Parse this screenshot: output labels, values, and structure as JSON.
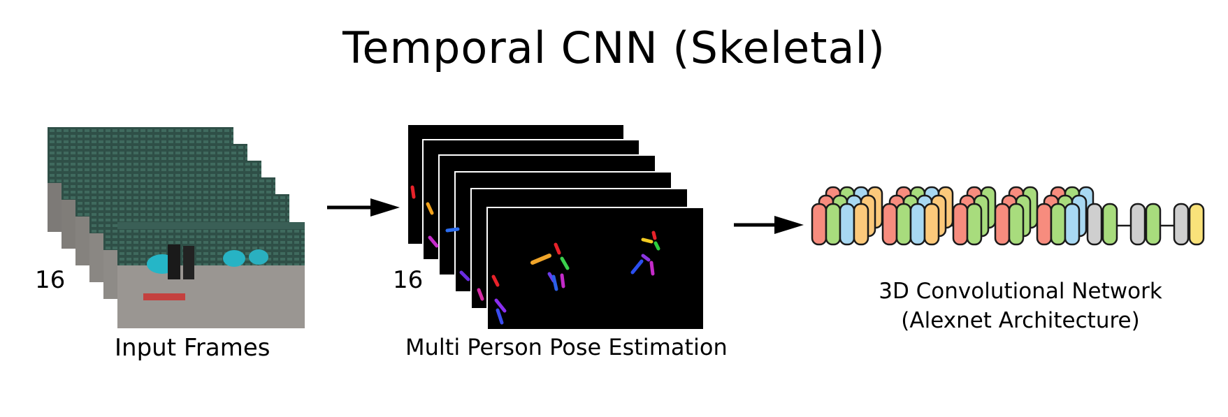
{
  "title": "Temporal CNN (Skeletal)",
  "input_frames": {
    "label": "Input Frames",
    "count": "16"
  },
  "pose_estimation": {
    "label": "Multi Person Pose Estimation",
    "count": "16"
  },
  "network": {
    "line1": "3D Convolutional Network",
    "line2": "(Alexnet Architecture)"
  },
  "colors": {
    "red": "#f78c7e",
    "green": "#a8dc7d",
    "blue": "#a8d8f2",
    "orange": "#fcc97b",
    "gray": "#cfcfcf",
    "yellow": "#f9e27a"
  }
}
